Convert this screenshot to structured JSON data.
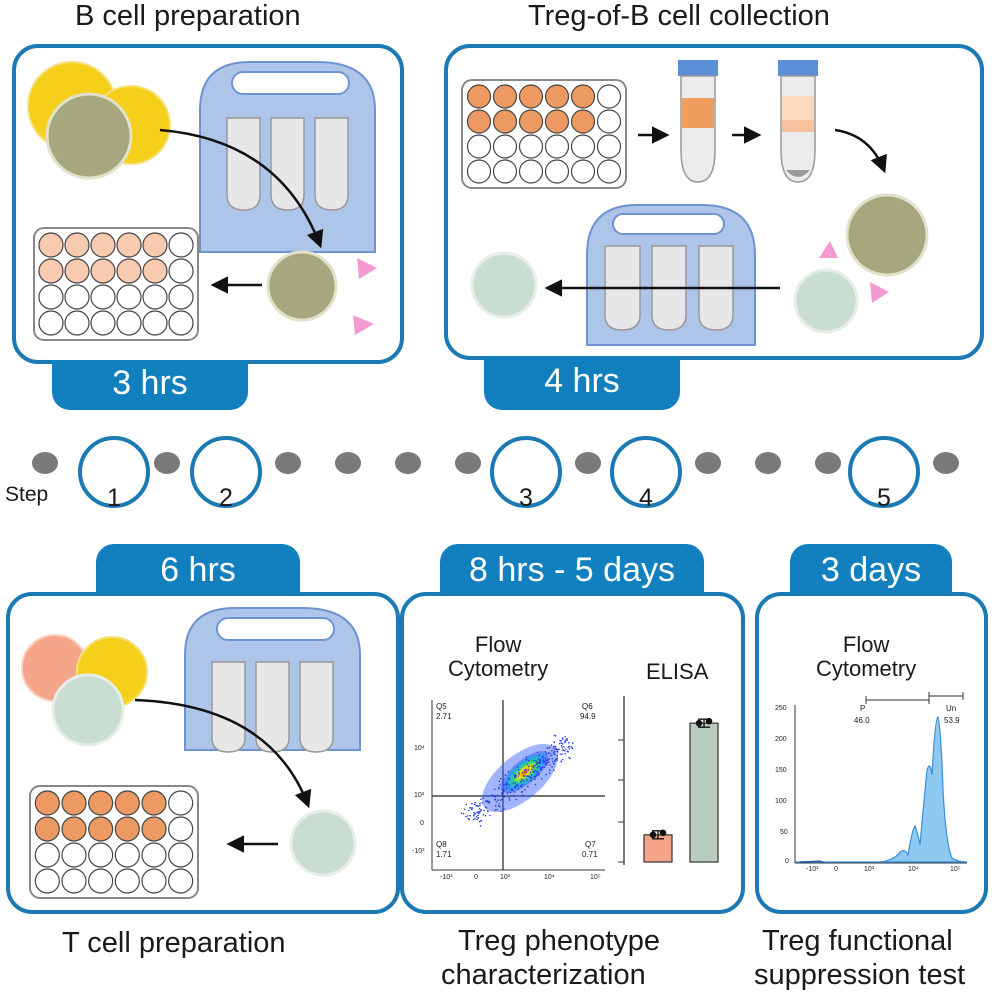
{
  "panels": {
    "b_cell": {
      "title": "B cell preparation",
      "duration": "3 hrs"
    },
    "treg_collection": {
      "title": "Treg-of-B cell collection",
      "duration": "4 hrs"
    },
    "t_cell": {
      "caption": "T cell preparation",
      "duration": "6 hrs"
    },
    "phenotype": {
      "duration": "8 hrs - 5 days",
      "flow_label": "Flow\nCytometry",
      "elisa_label": "ELISA",
      "caption_line1": "Treg phenotype",
      "caption_line2": "characterization",
      "quadrants": {
        "q5_name": "Q5",
        "q5_val": "2.71",
        "q6_name": "Q6",
        "q6_val": "94.9",
        "q8_name": "Q8",
        "q8_val": "1.71",
        "q7_name": "Q7",
        "q7_val": "0.71"
      },
      "ticks_y": [
        "10⁴",
        "10³",
        "0",
        "-10³"
      ],
      "ticks_x": [
        "-10³",
        "0",
        "10³",
        "10⁴",
        "10⁵"
      ]
    },
    "suppression": {
      "duration": "3 days",
      "flow_label": "Flow\nCytometry",
      "caption_line1": "Treg functional",
      "caption_line2": "suppression test",
      "gate_p": "P",
      "gate_p_val": "46.0",
      "gate_un": "Un",
      "gate_un_val": "53.9",
      "ticks_y": [
        "250",
        "200",
        "150",
        "100",
        "50",
        "0"
      ],
      "ticks_x": [
        "-10³",
        "0",
        "10³",
        "10⁴",
        "10⁵"
      ]
    }
  },
  "timeline": {
    "step_label": "Step",
    "steps": [
      "1",
      "2",
      "3",
      "4",
      "5"
    ]
  },
  "chart_data": {
    "type": "bar",
    "categories": [
      "",
      ""
    ],
    "values": [
      0.9,
      4.6
    ],
    "colors": [
      "#f4a58a",
      "#b9cbbd"
    ]
  },
  "colors": {
    "blue_border": "#1b79b3",
    "tab_blue": "#1280bf",
    "b_cell": "#a6a77e",
    "yellow_cell": "#f5cf1a",
    "t_cell": "#c9ddd1",
    "salmon_cell": "#f7a58a",
    "well_peach": "#f8cbb0",
    "well_orange": "#ec9a62",
    "magnet": "#aec5ea",
    "pink": "#f59ad1"
  }
}
